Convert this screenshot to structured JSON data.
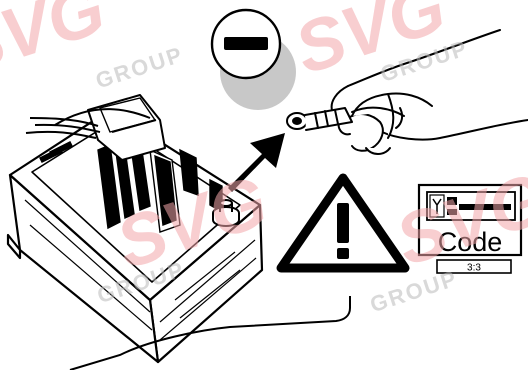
{
  "code_panel": {
    "label": "Code",
    "counter": "3:3"
  },
  "warning_sign": {
    "symbol": "!"
  },
  "polarity_badge": {
    "symbol": "negative-terminal-icon"
  },
  "watermark": {
    "brand": "SVG",
    "group": "GROUP",
    "color": "#f2a5aa"
  },
  "colors": {
    "line": "#000000",
    "badge_shadow": "#c8c8c8",
    "background": "#ffffff"
  }
}
